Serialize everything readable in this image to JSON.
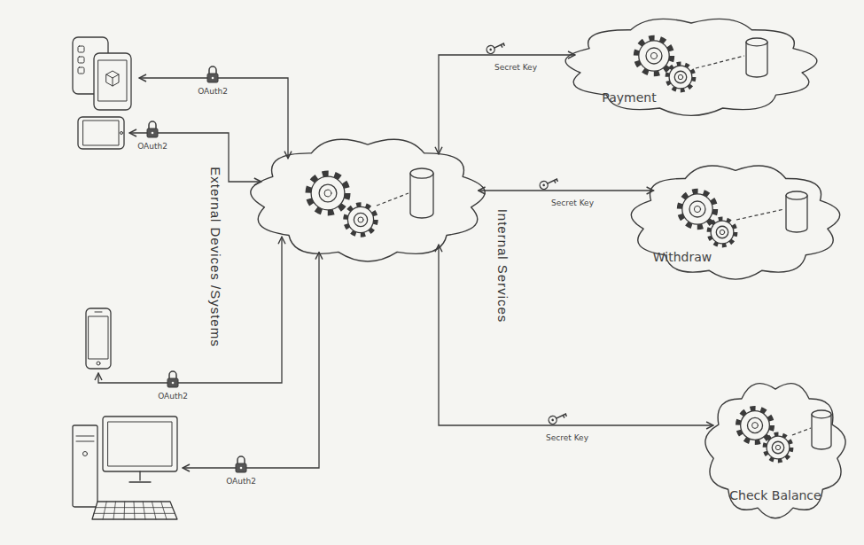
{
  "diagram": {
    "nodes": [
      {
        "text": []
      },
      {
        "text": []
      },
      {
        "text": []
      },
      {
        "text": []
      },
      {
        "text": []
      },
      {
        "text": [
          "Payment"
        ]
      },
      {
        "text": [
          "Withdraw"
        ]
      },
      {
        "text": [
          "Check Balance"
        ]
      }
    ],
    "edges": [
      {
        "from": 0,
        "to": 4,
        "arrow": "both",
        "label": "OAuth2"
      },
      {
        "from": 1,
        "to": 4,
        "arrow": "both",
        "label": "OAuth2"
      },
      {
        "from": 2,
        "to": 4,
        "arrow": "both",
        "label": "OAuth2"
      },
      {
        "from": 3,
        "to": 4,
        "arrow": "both",
        "label": "OAuth2"
      },
      {
        "from": 4,
        "to": 5,
        "arrow": "both",
        "label": "Secret Key"
      },
      {
        "from": 4,
        "to": 6,
        "arrow": "both",
        "label": "Secret Key"
      },
      {
        "from": 4,
        "to": 7,
        "arrow": "both",
        "label": "Secret Key"
      }
    ],
    "labels": [
      "External Devices /Systems",
      "Internal Services"
    ]
  }
}
